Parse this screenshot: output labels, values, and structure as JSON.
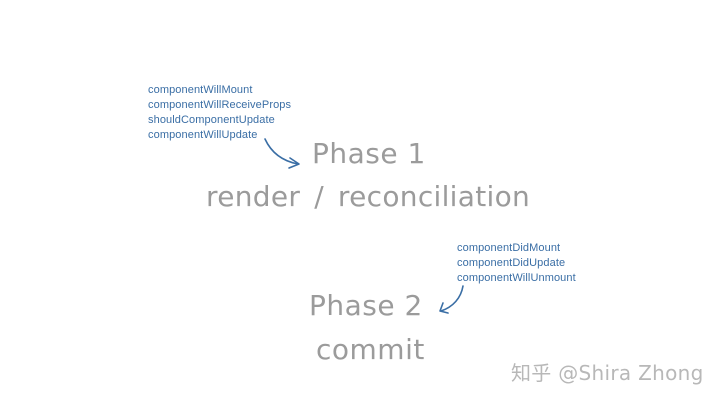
{
  "phase1": {
    "title": "Phase 1",
    "subtitle_left": "render",
    "subtitle_separator": "/",
    "subtitle_right": "reconciliation",
    "methods": [
      "componentWillMount",
      "componentWillReceiveProps",
      "shouldComponentUpdate",
      "componentWillUpdate"
    ]
  },
  "phase2": {
    "title": "Phase 2",
    "subtitle": "commit",
    "methods": [
      "componentDidMount",
      "componentDidUpdate",
      "componentWillUnmount"
    ]
  },
  "watermark": "知乎 @Shira Zhong",
  "colors": {
    "method_text": "#3a6ea5",
    "arrow": "#3a6ea5",
    "phase_text": "#9b9b9b",
    "watermark_text": "#b8b8b8",
    "background": "#ffffff"
  }
}
